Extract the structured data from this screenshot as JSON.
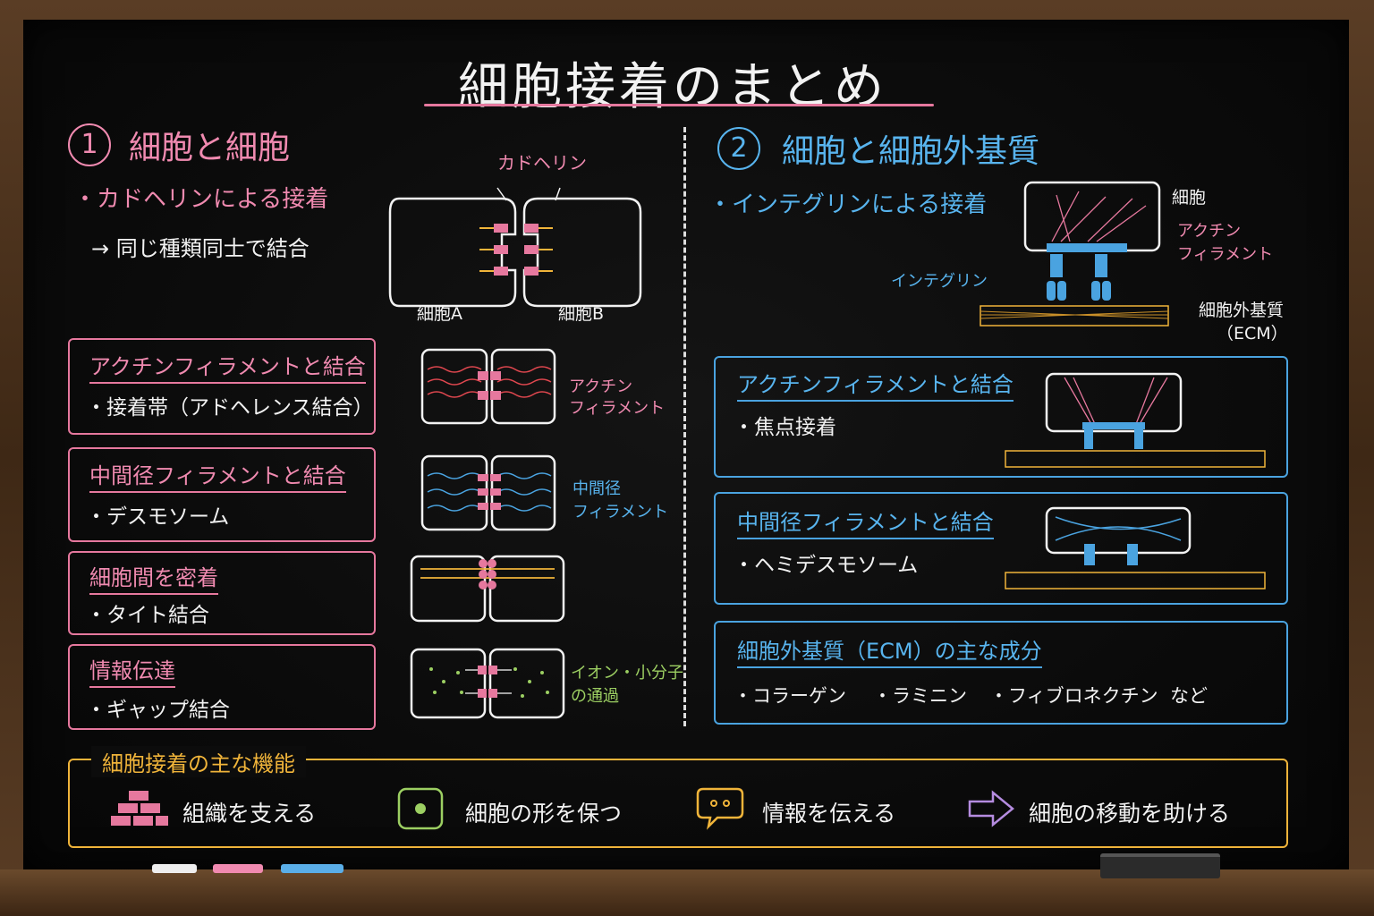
{
  "title": "細胞接着のまとめ",
  "section1": {
    "number": "1",
    "heading": "細胞と細胞",
    "bullet": "・カドヘリンによる接着",
    "sub": "→ 同じ種類同士で結合",
    "diagram": {
      "cadherin_label": "カドヘリン",
      "cell_a": "細胞A",
      "cell_b": "細胞B"
    },
    "boxes": [
      {
        "title": "アクチンフィラメントと結合",
        "item": "・接着帯（アドヘレンス結合）",
        "label_1": "アクチン",
        "label_2": "フィラメント"
      },
      {
        "title": "中間径フィラメントと結合",
        "item": "・デスモソーム",
        "label_1": "中間径",
        "label_2": "フィラメント"
      },
      {
        "title": "細胞間を密着",
        "item": "・タイト結合"
      },
      {
        "title": "情報伝達",
        "item": "・ギャップ結合",
        "label_1": "イオン・小分子",
        "label_2": "の通過"
      }
    ]
  },
  "section2": {
    "number": "2",
    "heading": "細胞と細胞外基質",
    "bullet": "・インテグリンによる接着",
    "diagram": {
      "cell": "細胞",
      "actin_1": "アクチン",
      "actin_2": "フィラメント",
      "integrin": "インテグリン",
      "ecm_1": "細胞外基質",
      "ecm_2": "（ECM）"
    },
    "boxes": [
      {
        "title": "アクチンフィラメントと結合",
        "item": "・焦点接着"
      },
      {
        "title": "中間径フィラメントと結合",
        "item": "・ヘミデスモソーム"
      },
      {
        "title": "細胞外基質（ECM）の主な成分",
        "items": [
          "・コラーゲン",
          "・ラミニン",
          "・フィブロネクチン",
          "など"
        ]
      }
    ]
  },
  "functions": {
    "heading": "細胞接着の主な機能",
    "items": [
      {
        "icon": "brick-icon",
        "label": "組織を支える"
      },
      {
        "icon": "cell-shape-icon",
        "label": "細胞の形を保つ"
      },
      {
        "icon": "speech-bubble-icon",
        "label": "情報を伝える"
      },
      {
        "icon": "arrow-right-icon",
        "label": "細胞の移動を助ける"
      }
    ]
  },
  "colors": {
    "pink": "#f08ab0",
    "blue": "#58b4ee",
    "yellow": "#f0b43a",
    "green": "#9ccf62",
    "purple": "#b58ce0"
  }
}
